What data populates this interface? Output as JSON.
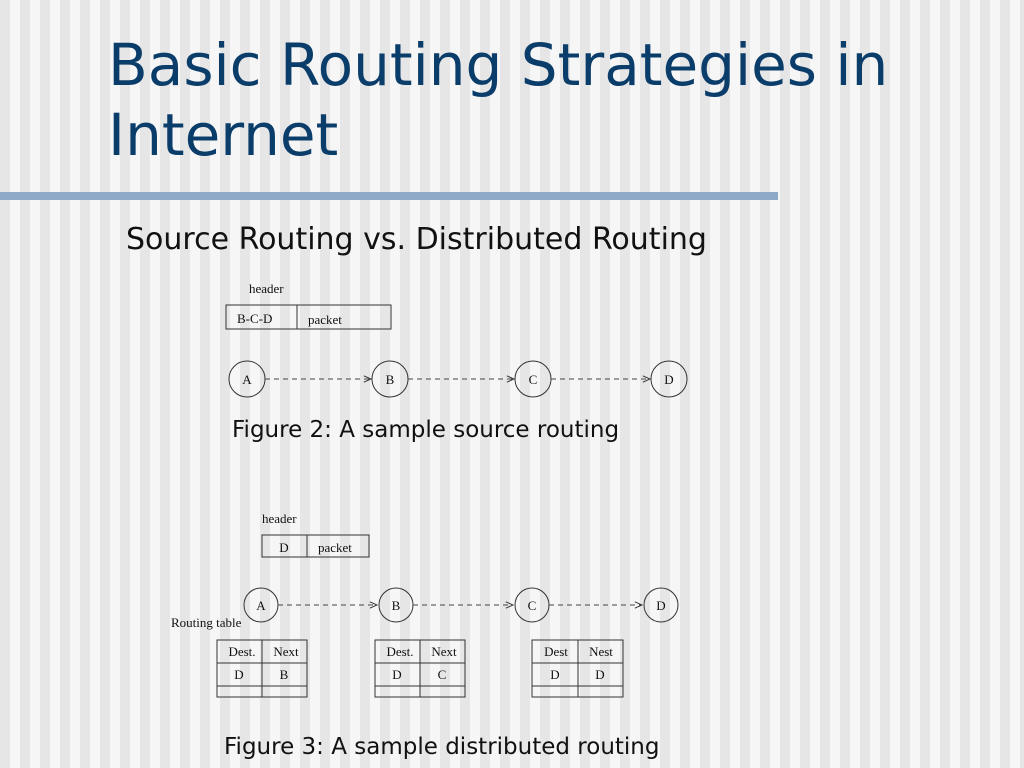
{
  "slide": {
    "title": "Basic Routing Strategies in Internet",
    "subtitle": "Source Routing vs. Distributed Routing"
  },
  "figure2": {
    "header_label": "header",
    "header_cells": [
      "B-C-D",
      "packet"
    ],
    "nodes": [
      "A",
      "B",
      "C",
      "D"
    ],
    "caption": "Figure 2: A sample source routing"
  },
  "figure3": {
    "header_label": "header",
    "header_cells": [
      "D",
      "packet"
    ],
    "nodes": [
      "A",
      "B",
      "C",
      "D"
    ],
    "routing_table_label": "Routing table",
    "tables": [
      {
        "headers": [
          "Dest.",
          "Next"
        ],
        "row": [
          "D",
          "B"
        ]
      },
      {
        "headers": [
          "Dest.",
          "Next"
        ],
        "row": [
          "D",
          "C"
        ]
      },
      {
        "headers": [
          "Dest",
          "Nest"
        ],
        "row": [
          "D",
          "D"
        ]
      }
    ],
    "caption": "Figure 3: A sample distributed routing"
  },
  "colors": {
    "title": "#0b3d6b",
    "rule": "#8fa9c8"
  }
}
